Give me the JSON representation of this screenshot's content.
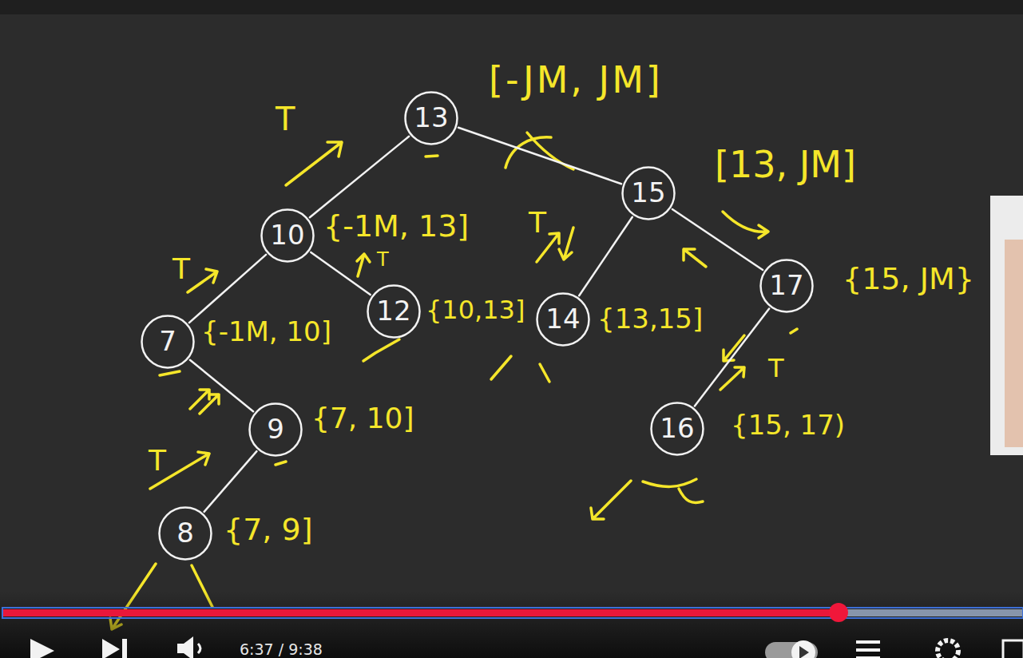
{
  "diagram": {
    "nodes": [
      {
        "text": [
          "13"
        ]
      },
      {
        "text": [
          "10"
        ]
      },
      {
        "text": [
          "15"
        ]
      },
      {
        "text": [
          "7"
        ]
      },
      {
        "text": [
          "12"
        ]
      },
      {
        "text": [
          "14"
        ]
      },
      {
        "text": [
          "17"
        ]
      },
      {
        "text": [
          "9"
        ]
      },
      {
        "text": [
          "16"
        ]
      },
      {
        "text": [
          "8"
        ]
      }
    ],
    "edges": [
      {
        "from": 0,
        "to": 1,
        "arrow": "none"
      },
      {
        "from": 0,
        "to": 2,
        "arrow": "none"
      },
      {
        "from": 1,
        "to": 3,
        "arrow": "none"
      },
      {
        "from": 1,
        "to": 4,
        "arrow": "none"
      },
      {
        "from": 2,
        "to": 5,
        "arrow": "none"
      },
      {
        "from": 2,
        "to": 6,
        "arrow": "none"
      },
      {
        "from": 3,
        "to": 7,
        "arrow": "none"
      },
      {
        "from": 6,
        "to": 8,
        "arrow": "none"
      },
      {
        "from": 7,
        "to": 9,
        "arrow": "none"
      }
    ],
    "labels": [
      "[-JM, JM]",
      "T",
      "{-1M, 13]",
      "T",
      "[13, JM]",
      "T",
      "T",
      "{-1M, 10]",
      "{10,13]",
      "{13,15]",
      "{15, JM}",
      "T",
      "{7, 10]",
      "{15, 17)",
      "T",
      "{7, 9]",
      "6:37 / 9:38"
    ]
  }
}
